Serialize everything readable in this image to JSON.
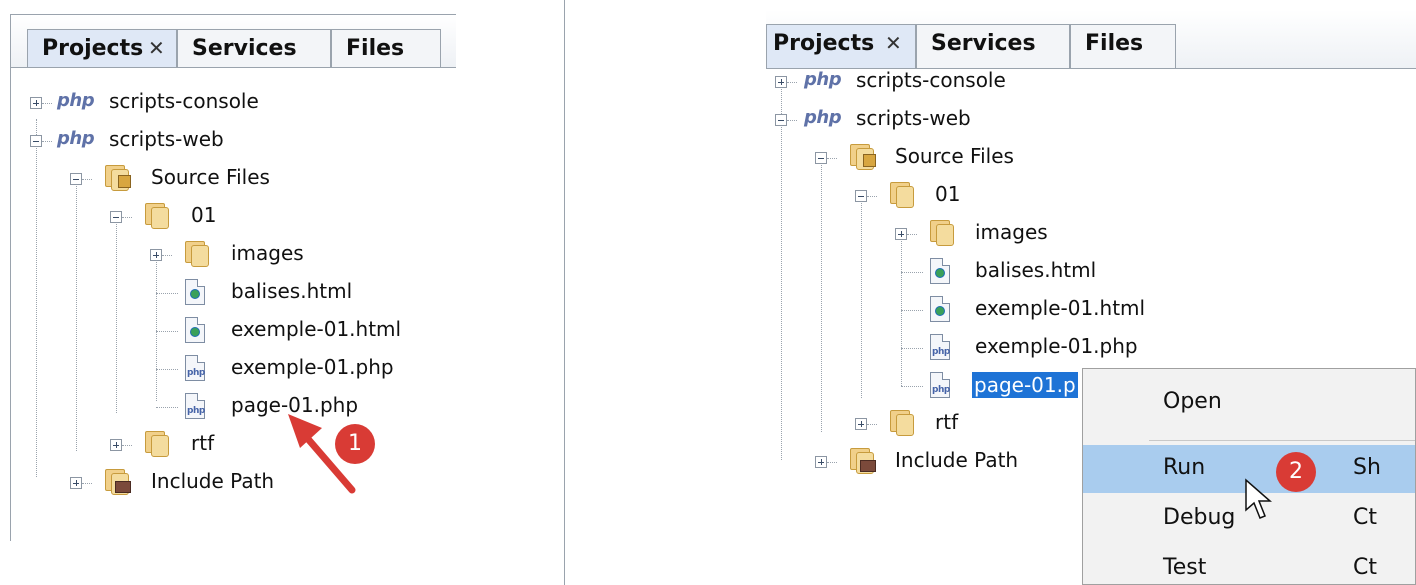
{
  "tabs": [
    {
      "label": "Projects",
      "close": "✕"
    },
    {
      "label": "Services"
    },
    {
      "label": "Files"
    }
  ],
  "tree": {
    "projects": [
      "scripts-console",
      "scripts-web"
    ],
    "source_files": "Source Files",
    "folder_01": "01",
    "images": "images",
    "files": [
      "balises.html",
      "exemple-01.html",
      "exemple-01.php",
      "page-01.php"
    ],
    "rtf": "rtf",
    "include_path": "Include Path",
    "php_logo_text": "php"
  },
  "right_selected_label": "page-01.p",
  "callouts": [
    "1",
    "2"
  ],
  "context_menu": {
    "items": [
      {
        "label": "Open",
        "shortcut": ""
      },
      {
        "label": "Run",
        "shortcut": "Sh"
      },
      {
        "label": "Debug",
        "shortcut": "Ct"
      },
      {
        "label": "Test",
        "shortcut": "Ct"
      }
    ]
  },
  "colors": {
    "selection": "#1e73d6",
    "menu_highlight": "#a9ccee",
    "callout": "#d93b35"
  }
}
